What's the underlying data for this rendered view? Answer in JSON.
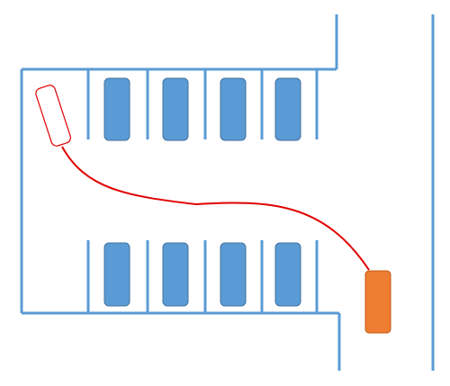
{
  "colors": {
    "background": "#ffffff",
    "wall": "#5b9bd5",
    "parked_car": "#5b9bd5",
    "parked_car_border": "#41719c",
    "target_car": "#ed7d31",
    "target_car_border": "#c55a11",
    "path": "#e00000",
    "ghost_car_border": "#e00000"
  },
  "parking_lot": {
    "top_row_occupied": [
      true,
      true,
      true,
      true
    ],
    "bottom_row_occupied": [
      true,
      true,
      true,
      true
    ]
  },
  "vehicles": {
    "start_car": {
      "icon": "car-outline-start-position"
    },
    "end_car": {
      "icon": "car-orange-final-position"
    }
  },
  "route": {
    "icon": "red-path-curve"
  }
}
